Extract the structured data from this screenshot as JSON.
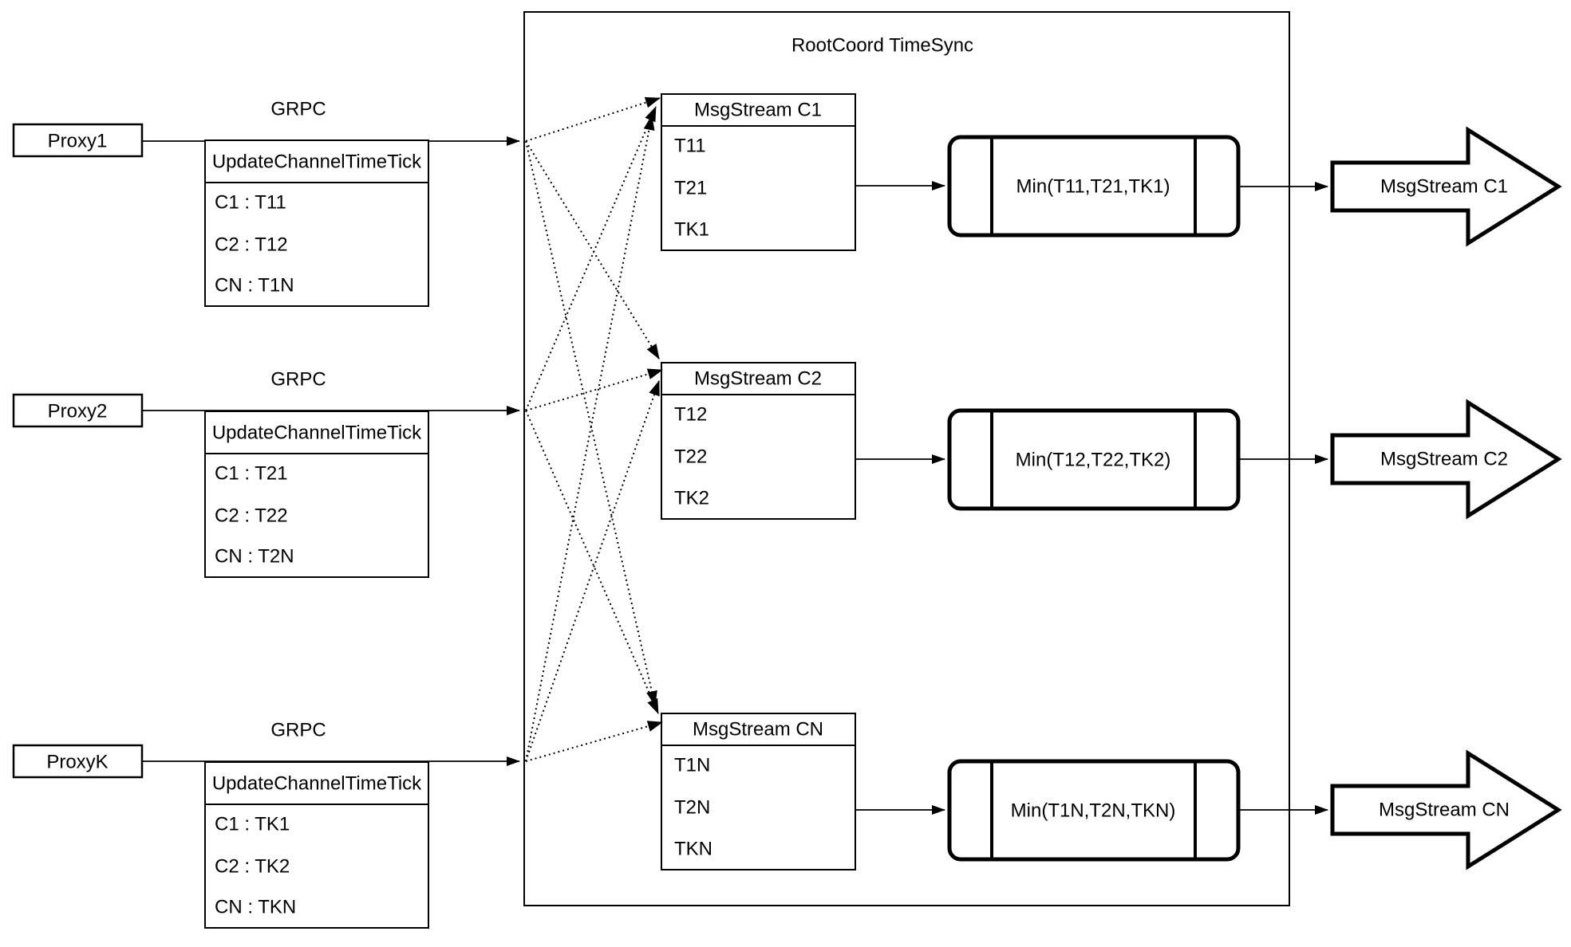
{
  "diagram": {
    "title": "RootCoord TimeSync",
    "colors": {
      "stroke": "#000000",
      "background": "#ffffff"
    },
    "rows": [
      {
        "proxy_label": "Proxy1",
        "grpc_label": "GRPC",
        "update_table": {
          "header": "UpdateChannelTimeTick",
          "entries": [
            "C1 :  T11",
            "C2 :  T12",
            "CN : T1N"
          ]
        },
        "stream_table": {
          "header": "MsgStream C1",
          "entries": [
            "T11",
            "T21",
            "TK1"
          ]
        },
        "min_label": "Min(T11,T21,TK1)",
        "output_label": "MsgStream C1"
      },
      {
        "proxy_label": "Proxy2",
        "grpc_label": "GRPC",
        "update_table": {
          "header": "UpdateChannelTimeTick",
          "entries": [
            "C1 :  T21",
            "C2 :  T22",
            "CN : T2N"
          ]
        },
        "stream_table": {
          "header": "MsgStream C2",
          "entries": [
            "T12",
            "T22",
            "TK2"
          ]
        },
        "min_label": "Min(T12,T22,TK2)",
        "output_label": "MsgStream C2"
      },
      {
        "proxy_label": "ProxyK",
        "grpc_label": "GRPC",
        "update_table": {
          "header": "UpdateChannelTimeTick",
          "entries": [
            "C1 :  TK1",
            "C2 :  TK2",
            "CN : TKN"
          ]
        },
        "stream_table": {
          "header": "MsgStream CN",
          "entries": [
            "T1N",
            "T2N",
            "TKN"
          ]
        },
        "min_label": "Min(T1N,T2N,TKN)",
        "output_label": "MsgStream CN"
      }
    ]
  }
}
